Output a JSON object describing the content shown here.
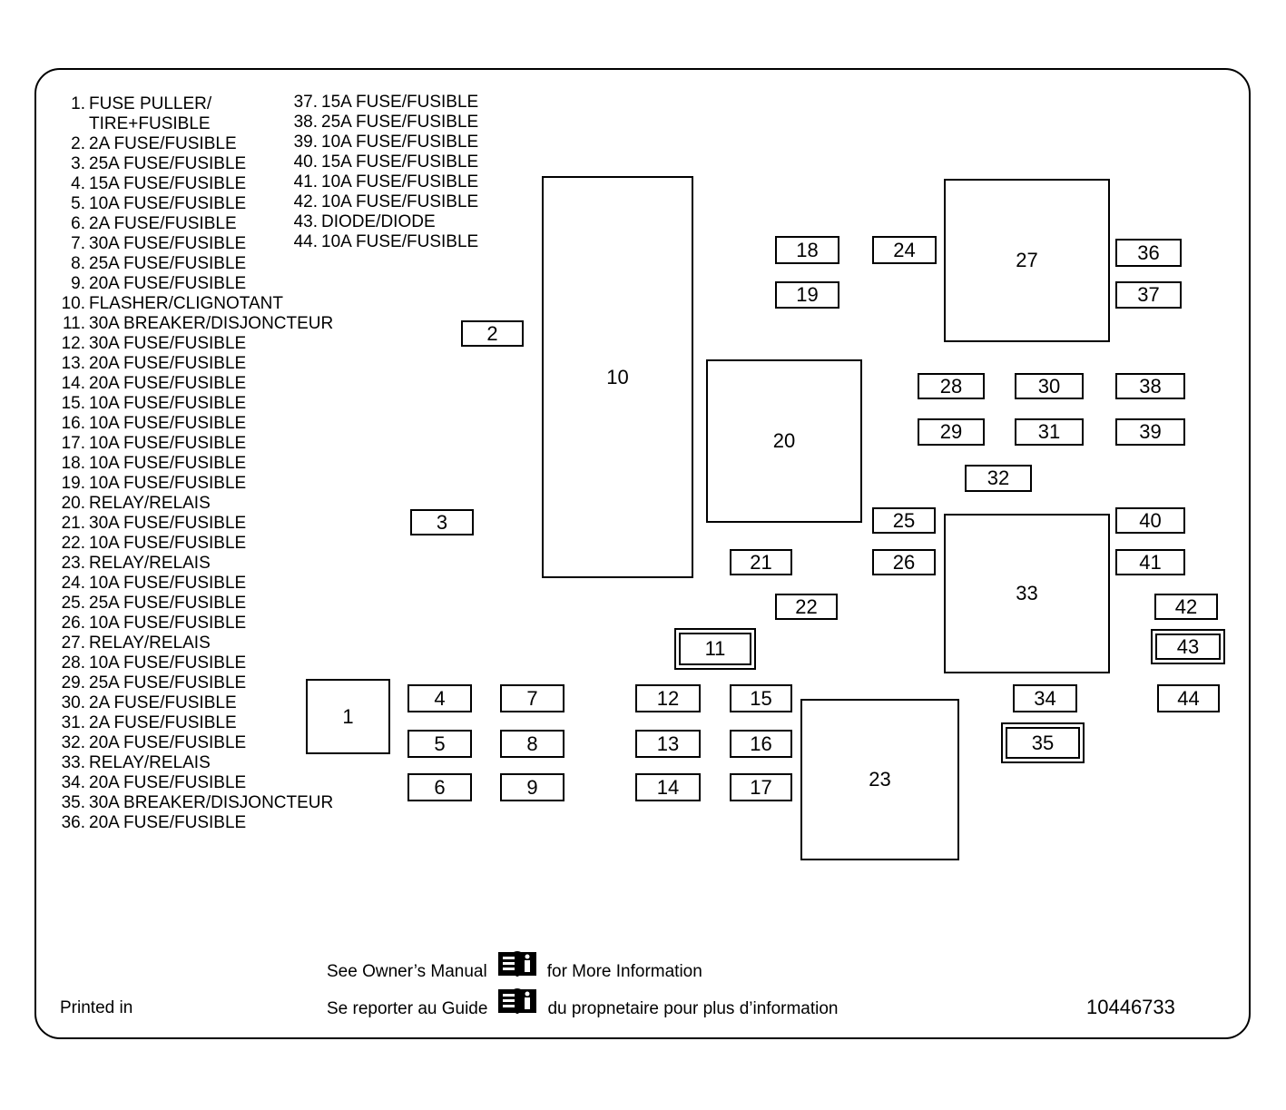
{
  "legend_left": [
    {
      "num": "1.",
      "text": "FUSE PULLER/"
    },
    {
      "num": "",
      "text": "TIRE+FUSIBLE"
    },
    {
      "num": "2.",
      "text": "2A FUSE/FUSIBLE"
    },
    {
      "num": "3.",
      "text": "25A FUSE/FUSIBLE"
    },
    {
      "num": "4.",
      "text": "15A FUSE/FUSIBLE"
    },
    {
      "num": "5.",
      "text": "10A FUSE/FUSIBLE"
    },
    {
      "num": "6.",
      "text": "2A FUSE/FUSIBLE"
    },
    {
      "num": "7.",
      "text": "30A FUSE/FUSIBLE"
    },
    {
      "num": "8.",
      "text": "25A FUSE/FUSIBLE"
    },
    {
      "num": "9.",
      "text": "20A FUSE/FUSIBLE"
    },
    {
      "num": "10.",
      "text": "FLASHER/CLIGNOTANT"
    },
    {
      "num": "11.",
      "text": "30A BREAKER/DISJONCTEUR"
    },
    {
      "num": "12.",
      "text": "30A FUSE/FUSIBLE"
    },
    {
      "num": "13.",
      "text": "20A FUSE/FUSIBLE"
    },
    {
      "num": "14.",
      "text": "20A FUSE/FUSIBLE"
    },
    {
      "num": "15.",
      "text": "10A FUSE/FUSIBLE"
    },
    {
      "num": "16.",
      "text": "10A FUSE/FUSIBLE"
    },
    {
      "num": "17.",
      "text": "10A FUSE/FUSIBLE"
    },
    {
      "num": "18.",
      "text": "10A FUSE/FUSIBLE"
    },
    {
      "num": "19.",
      "text": "10A FUSE/FUSIBLE"
    },
    {
      "num": "20.",
      "text": "RELAY/RELAIS"
    },
    {
      "num": "21.",
      "text": "30A FUSE/FUSIBLE"
    },
    {
      "num": "22.",
      "text": "10A FUSE/FUSIBLE"
    },
    {
      "num": "23.",
      "text": "RELAY/RELAIS"
    },
    {
      "num": "24.",
      "text": "10A FUSE/FUSIBLE"
    },
    {
      "num": "25.",
      "text": "25A FUSE/FUSIBLE"
    },
    {
      "num": "26.",
      "text": "10A FUSE/FUSIBLE"
    },
    {
      "num": "27.",
      "text": "RELAY/RELAIS"
    },
    {
      "num": "28.",
      "text": "10A FUSE/FUSIBLE"
    },
    {
      "num": "29.",
      "text": "25A FUSE/FUSIBLE"
    },
    {
      "num": "30.",
      "text": "2A FUSE/FUSIBLE"
    },
    {
      "num": "31.",
      "text": "2A FUSE/FUSIBLE"
    },
    {
      "num": "32.",
      "text": "20A FUSE/FUSIBLE"
    },
    {
      "num": "33.",
      "text": "RELAY/RELAIS"
    },
    {
      "num": "34.",
      "text": "20A FUSE/FUSIBLE"
    },
    {
      "num": "35.",
      "text": "30A BREAKER/DISJONCTEUR"
    },
    {
      "num": "36.",
      "text": "20A FUSE/FUSIBLE"
    }
  ],
  "legend_right": [
    {
      "num": "37.",
      "text": "15A FUSE/FUSIBLE"
    },
    {
      "num": "38.",
      "text": "25A FUSE/FUSIBLE"
    },
    {
      "num": "39.",
      "text": "10A FUSE/FUSIBLE"
    },
    {
      "num": "40.",
      "text": "15A FUSE/FUSIBLE"
    },
    {
      "num": "41.",
      "text": "10A FUSE/FUSIBLE"
    },
    {
      "num": "42.",
      "text": "10A FUSE/FUSIBLE"
    },
    {
      "num": "43.",
      "text": "DIODE/DIODE"
    },
    {
      "num": "44.",
      "text": "10A FUSE/FUSIBLE"
    }
  ],
  "slots": [
    "1",
    "2",
    "3",
    "4",
    "5",
    "6",
    "7",
    "8",
    "9",
    "10",
    "11",
    "12",
    "13",
    "14",
    "15",
    "16",
    "17",
    "18",
    "19",
    "20",
    "21",
    "22",
    "23",
    "24",
    "25",
    "26",
    "27",
    "28",
    "29",
    "30",
    "31",
    "32",
    "33",
    "34",
    "35",
    "36",
    "37",
    "38",
    "39",
    "40",
    "41",
    "42",
    "43",
    "44"
  ],
  "footer": {
    "line1_a": "See Owner’s Manual",
    "line1_b": "for More Information",
    "line2_a": "Se reporter au Guide",
    "line2_b": "du propnetaire pour plus d’information",
    "printed": "Printed in",
    "part_number": "10446733",
    "icon": "owners-manual-book-icon"
  }
}
